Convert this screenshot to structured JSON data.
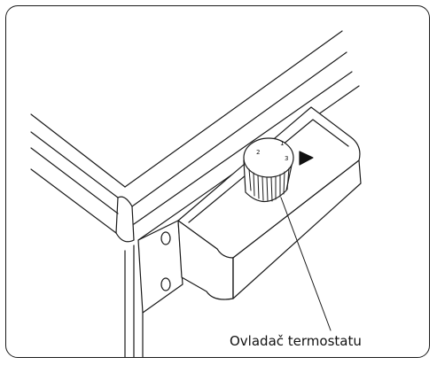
{
  "callout": {
    "label": "Ovladač termostatu"
  },
  "dial": {
    "marks": [
      "2",
      "1",
      "3"
    ]
  },
  "icons": {
    "direction_marker": "triangle-right-icon"
  },
  "colors": {
    "line": "#1a1a1a",
    "background": "#ffffff"
  }
}
